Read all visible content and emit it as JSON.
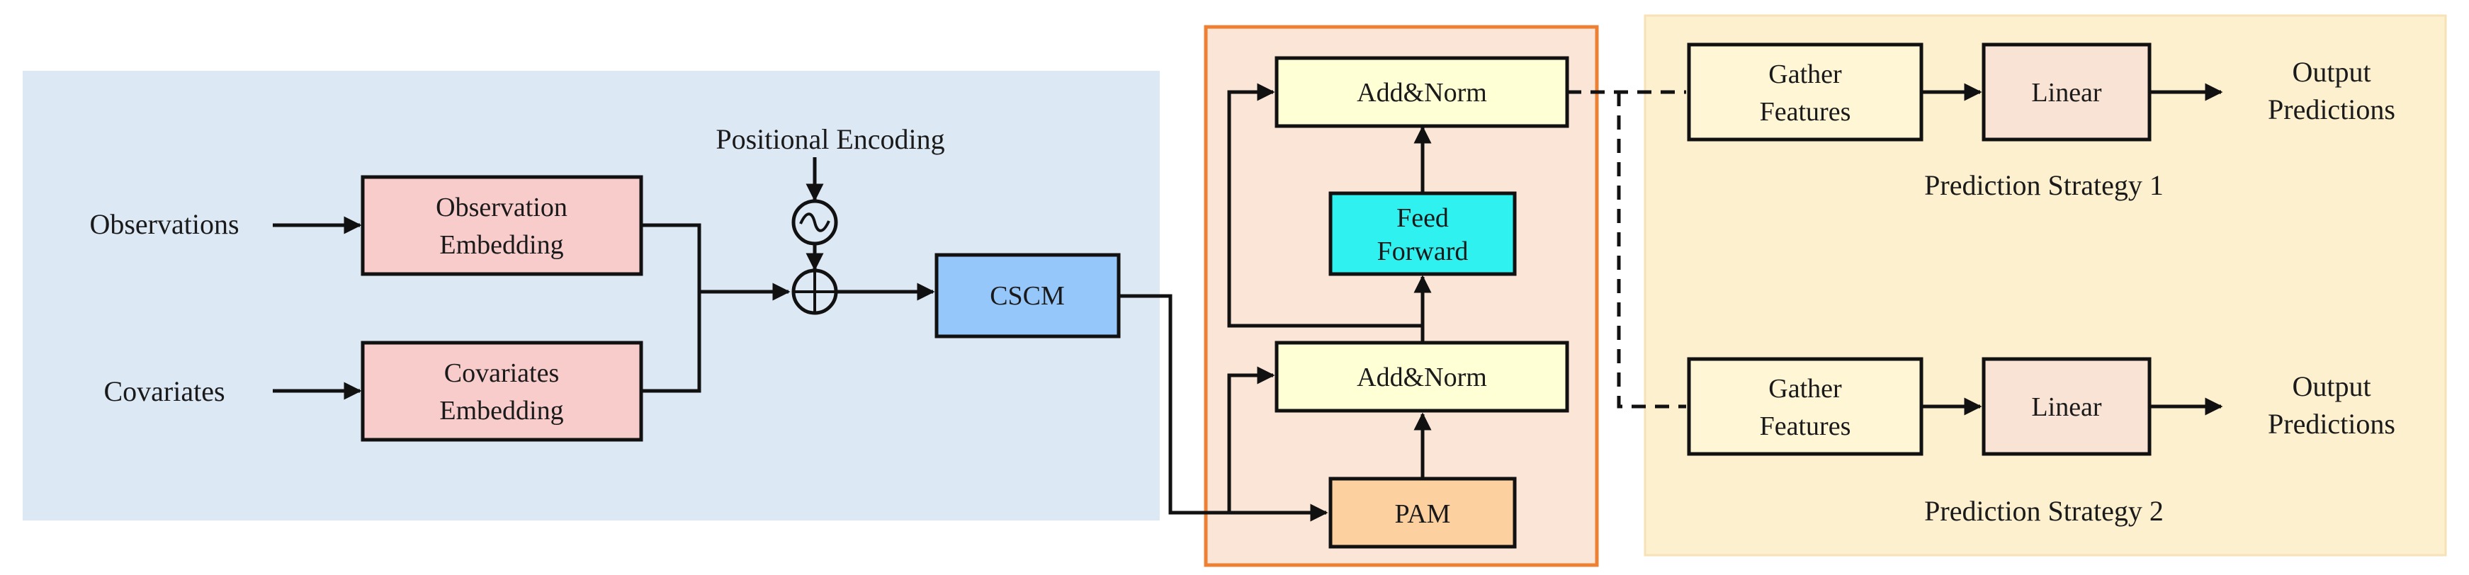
{
  "inputs": {
    "observations": "Observations",
    "covariates": "Covariates",
    "positional_encoding": "Positional Encoding"
  },
  "encoder": {
    "observation_embedding": [
      "Observation",
      "Embedding"
    ],
    "covariates_embedding": [
      "Covariates",
      "Embedding"
    ],
    "cscm": "CSCM"
  },
  "attention_block": {
    "pam": "PAM",
    "add_norm_lower": "Add&Norm",
    "feed_forward": [
      "Feed",
      "Forward"
    ],
    "add_norm_upper": "Add&Norm"
  },
  "strategy_1": {
    "gather": [
      "Gather",
      "Features"
    ],
    "linear": "Linear",
    "output": [
      "Output",
      "Predictions"
    ],
    "caption": "Prediction Strategy 1"
  },
  "strategy_2": {
    "gather": [
      "Gather",
      "Features"
    ],
    "linear": "Linear",
    "output": [
      "Output",
      "Predictions"
    ],
    "caption": "Prediction Strategy 2"
  },
  "colors": {
    "input_panel": "#dde8f5",
    "block_panel": "#fae5d6",
    "block_border": "#ec8134",
    "strategy_panel": "#fdf0cf",
    "embedding_fill": "#f9cccc",
    "cscm_fill": "#96c7fb",
    "add_norm_fill": "#ffffd6",
    "feed_forward_fill": "#2ff1ef",
    "pam_fill": "#fdd0a0",
    "linear_fill": "#f8e3d5",
    "gather_fill": "#fff6d6"
  }
}
